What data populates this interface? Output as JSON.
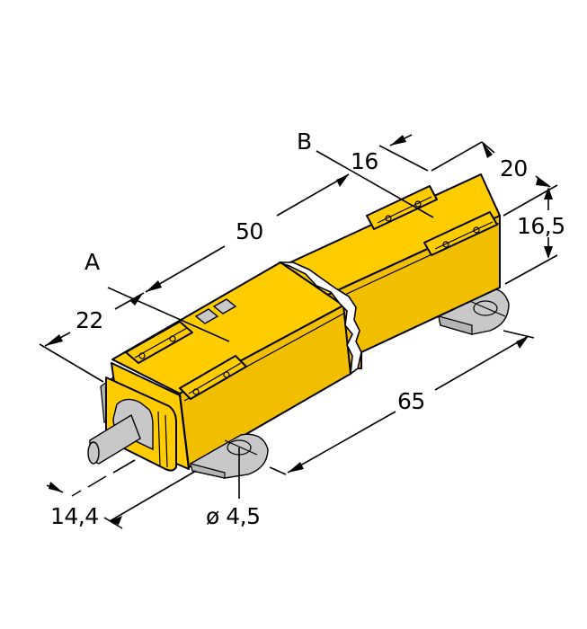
{
  "drawing": {
    "title": "Linear position sensor dimensional drawing",
    "colors": {
      "housing": "#FFCC00",
      "housing_shade": "#F2BF00",
      "parts_gray": "#C8C8C8",
      "lines": "#000000",
      "background": "#FFFFFF"
    },
    "markers": {
      "a": "A",
      "b": "B"
    },
    "dimensions": {
      "d22": "22",
      "d50": "50",
      "d16": "16",
      "d20": "20",
      "d16_5": "16,5",
      "d65": "65",
      "d14_4": "14,4",
      "hole": "ø 4,5"
    }
  }
}
